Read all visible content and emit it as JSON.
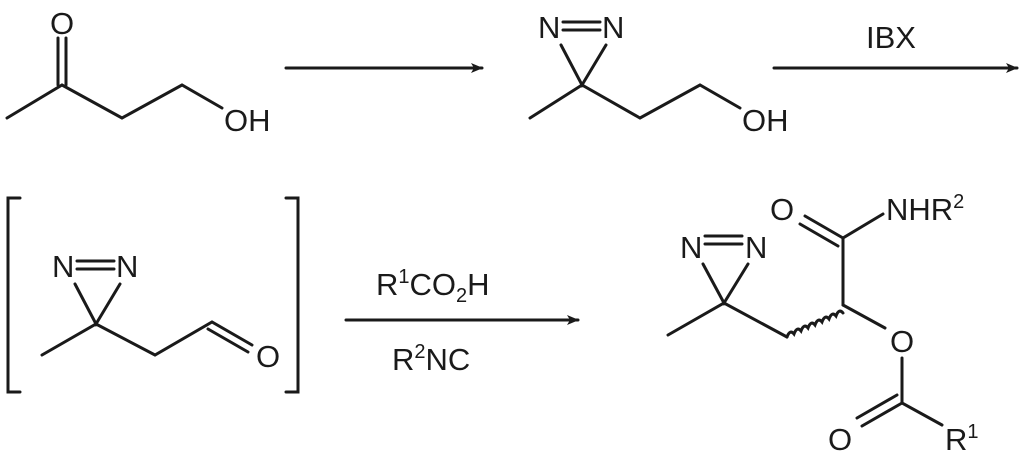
{
  "scheme": {
    "starting_material": {
      "name": "4-hydroxy-2-butanone",
      "labels": {
        "carbonyl_o": "O",
        "hydroxyl": "OH"
      }
    },
    "step1": {
      "reagent": ""
    },
    "intermediate1": {
      "labels": {
        "n1": "N",
        "n2": "N",
        "hydroxyl": "OH"
      }
    },
    "step2": {
      "reagent": "IBX"
    },
    "intermediate2": {
      "labels": {
        "n1": "N",
        "n2": "N",
        "aldehyde_o": "O"
      }
    },
    "step3": {
      "reagent_top": {
        "r": "R",
        "sup": "1",
        "mid": "CO",
        "sub": "2",
        "end": "H"
      },
      "reagent_bottom": {
        "r": "R",
        "sup": "2",
        "end": "NC"
      }
    },
    "product": {
      "labels": {
        "n1": "N",
        "n2": "N",
        "amide_o": "O",
        "amide_n": "NHR",
        "amide_sup": "2",
        "ester_o": "O",
        "carbonyl_o": "O",
        "r": "R",
        "r_sup": "1"
      }
    }
  }
}
